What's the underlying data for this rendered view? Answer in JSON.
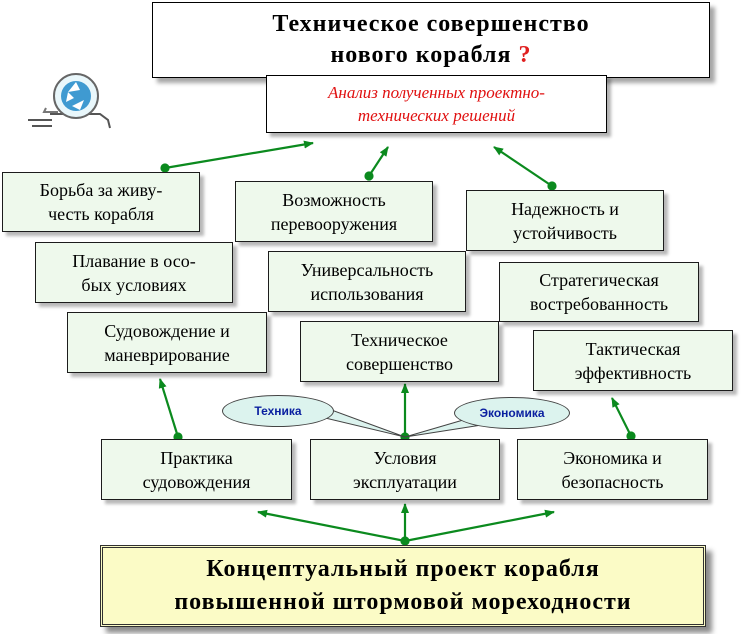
{
  "title": {
    "line1": "Техническое совершенство",
    "line2": "нового корабля",
    "mark": "?"
  },
  "analysis": {
    "line1": "Анализ полученных проектно-",
    "line2": "технических решений"
  },
  "boxes": {
    "survivability": {
      "line1": "Борьба за живу-",
      "line2": "честь корабля"
    },
    "rearmament": {
      "line1": "Возможность",
      "line2": "перевооружения"
    },
    "reliability": {
      "line1": "Надежность и",
      "line2": "устойчивость"
    },
    "special_conditions": {
      "line1": "Плавание в осо-",
      "line2": "бых условиях"
    },
    "universality": {
      "line1": "Универсальность",
      "line2": "использования"
    },
    "strategic_demand": {
      "line1": "Стратегическая",
      "line2": "востребованность"
    },
    "navigation": {
      "line1": "Судовождение и",
      "line2": "маневрирование"
    },
    "tech_perfection": {
      "line1": "Техническое",
      "line2": "совершенство"
    },
    "tactical_efficiency": {
      "line1": "Тактическая",
      "line2": "эффективность"
    },
    "navigation_practice": {
      "line1": "Практика",
      "line2": "судовождения"
    },
    "operating_conditions": {
      "line1": "Условия",
      "line2": "эксплуатации"
    },
    "economy_safety": {
      "line1": "Экономика и",
      "line2": "безопасность"
    }
  },
  "bubbles": {
    "technique": "Техника",
    "economy": "Экономика"
  },
  "bottom": {
    "line1": "Концептуальный проект корабля",
    "line2": "повышенной штормовой мореходности"
  },
  "colors": {
    "arrow": "#0b8a1e",
    "box_fill": "#eef9ec",
    "bottom_fill": "#fbfbc6",
    "analysis_text": "#e01010",
    "bubble_text": "#0a1fa0"
  },
  "icons": {
    "logo": "recycle-logo-icon"
  }
}
